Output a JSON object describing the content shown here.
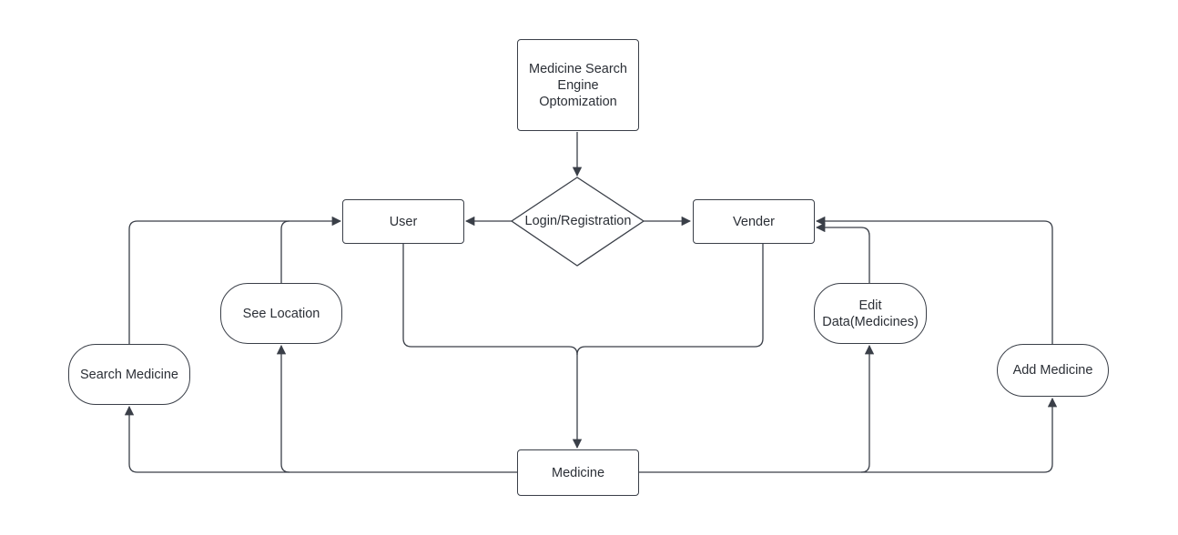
{
  "diagram": {
    "nodes": {
      "root": "Medicine Search Engine Optomization",
      "login": "Login/Registration",
      "user": "User",
      "vender": "Vender",
      "see_location": "See Location",
      "search_medicine": "Search Medicine",
      "edit_data": "Edit Data(Medicines)",
      "add_medicine": "Add Medicine",
      "medicine": "Medicine"
    },
    "edges": [
      {
        "from": "root",
        "to": "login"
      },
      {
        "from": "login",
        "to": "user"
      },
      {
        "from": "login",
        "to": "vender"
      },
      {
        "from": "user",
        "to": "medicine"
      },
      {
        "from": "vender",
        "to": "medicine"
      },
      {
        "from": "medicine",
        "to": "search_medicine"
      },
      {
        "from": "medicine",
        "to": "see_location"
      },
      {
        "from": "medicine",
        "to": "edit_data"
      },
      {
        "from": "medicine",
        "to": "add_medicine"
      },
      {
        "from": "search_medicine",
        "to": "user"
      },
      {
        "from": "see_location",
        "to": "user"
      },
      {
        "from": "edit_data",
        "to": "vender"
      },
      {
        "from": "add_medicine",
        "to": "vender"
      }
    ],
    "colors": {
      "stroke": "#3a3f48",
      "text": "#2b2f36",
      "background": "#ffffff"
    }
  }
}
